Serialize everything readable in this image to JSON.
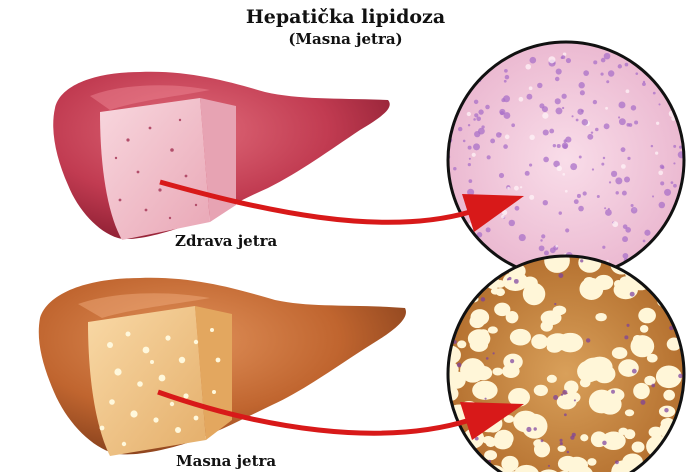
{
  "title": "Hepatička lipidoza",
  "subtitle": "(Masna jetra)",
  "panels": [
    {
      "id": "healthy",
      "caption": "Zdrava jetra",
      "colors": {
        "liver": "#c8465a",
        "liver_dark": "#8e1f33",
        "cut": "#f3c4cf",
        "tissue": "#f4cde0",
        "dots": "#a970c8"
      }
    },
    {
      "id": "fatty",
      "caption": "Masna jetra",
      "colors": {
        "liver": "#c86a3b",
        "liver_dark": "#8a3f1c",
        "cut": "#f2c58e",
        "tissue": "#c98a44",
        "dots": "#fff6d8"
      }
    }
  ],
  "arrow_color": "#d81919",
  "icons": [
    "healthy-liver-illustration",
    "fatty-liver-illustration",
    "microscope-circle",
    "curved-arrow"
  ]
}
